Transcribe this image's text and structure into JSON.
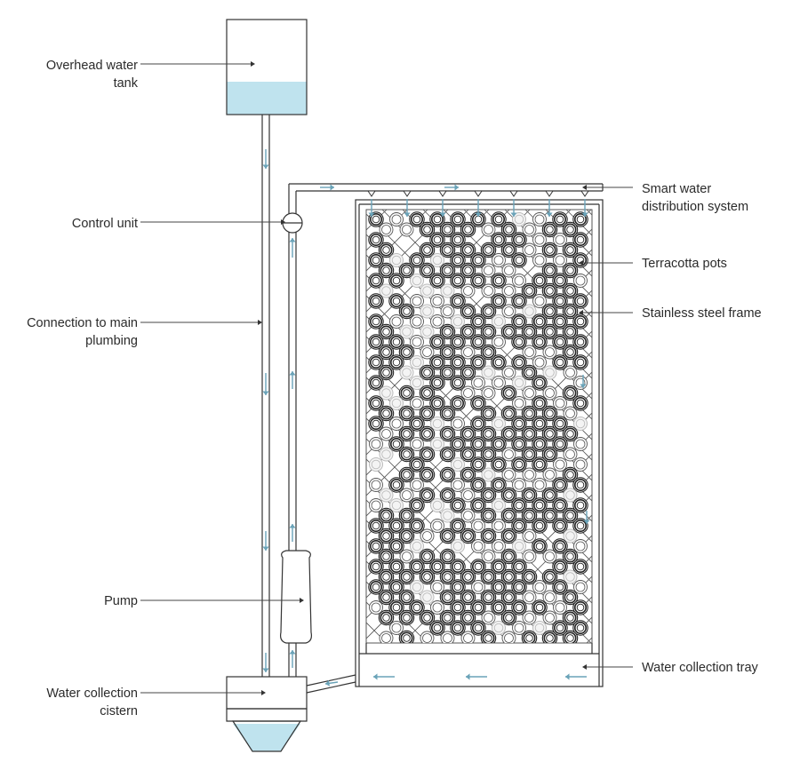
{
  "labels": {
    "overhead_tank": [
      "Overhead water",
      "tank"
    ],
    "control_unit": [
      "Control unit"
    ],
    "main_plumbing": [
      "Connection to main",
      "plumbing"
    ],
    "pump": [
      "Pump"
    ],
    "cistern": [
      "Water collection",
      "cistern"
    ],
    "distribution": [
      "Smart water",
      "distribution system"
    ],
    "pots": [
      "Terracotta pots"
    ],
    "frame": [
      "Stainless steel frame"
    ],
    "tray": [
      "Water collection tray"
    ]
  },
  "colors": {
    "water": "#bfe3ee",
    "flow_arrow": "#6aa3b8",
    "line": "#333333",
    "text": "#2b2b2b",
    "pot_dark": "#222222",
    "pot_light": "#bbbbbb"
  }
}
